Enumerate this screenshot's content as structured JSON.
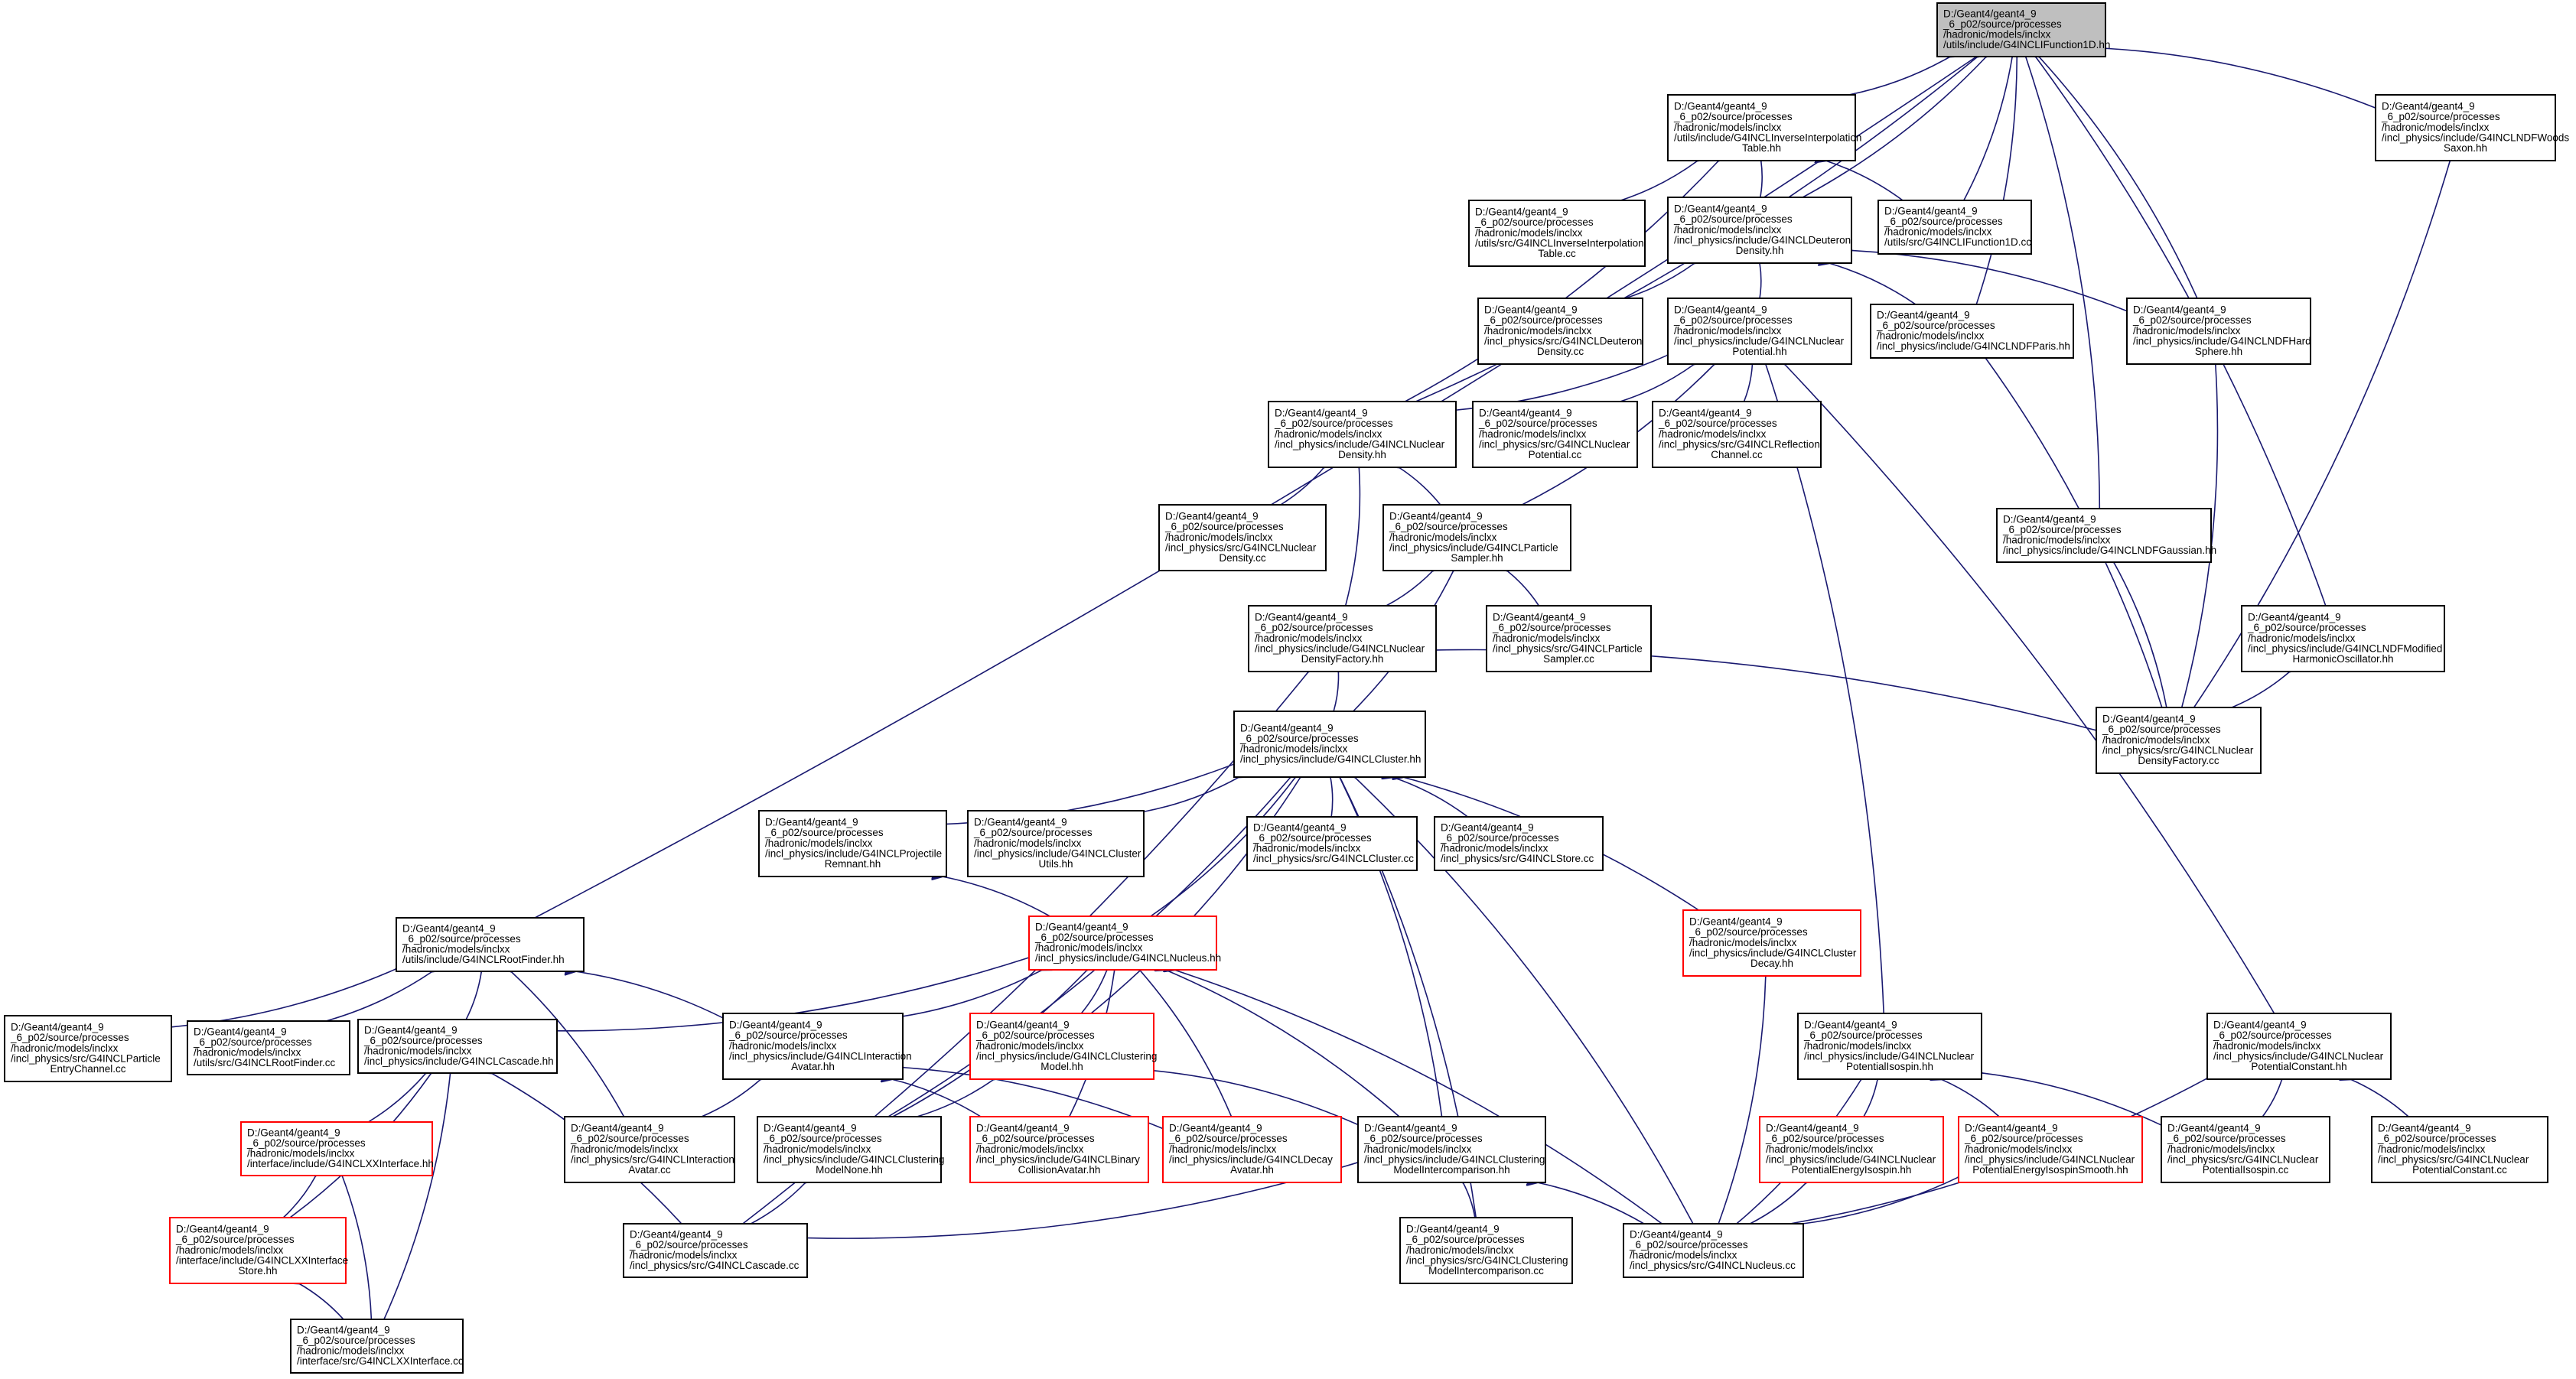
{
  "colors": {
    "edge": "#191970",
    "border": "#000000",
    "incomplete_border": "#ff0000",
    "root_fill": "#bfbfbf"
  },
  "nodes": {
    "root": [
      "D:/Geant4/geant4_9",
      "_6_p02/source/processes",
      "/hadronic/models/inclxx",
      "/utils/include/G4INCLIFunction1D.hh"
    ],
    "invtab_hh": [
      "D:/Geant4/geant4_9",
      "_6_p02/source/processes",
      "/hadronic/models/inclxx",
      "/utils/include/G4INCLInverseInterpolation",
      "Table.hh"
    ],
    "ndfwoods_hh": [
      "D:/Geant4/geant4_9",
      "_6_p02/source/processes",
      "/hadronic/models/inclxx",
      "/incl_physics/include/G4INCLNDFWoods",
      "Saxon.hh"
    ],
    "invtab_cc": [
      "D:/Geant4/geant4_9",
      "_6_p02/source/processes",
      "/hadronic/models/inclxx",
      "/utils/src/G4INCLInverseInterpolation",
      "Table.cc"
    ],
    "deut_hh": [
      "D:/Geant4/geant4_9",
      "_6_p02/source/processes",
      "/hadronic/models/inclxx",
      "/incl_physics/include/G4INCLDeuteron",
      "Density.hh"
    ],
    "ifunc_cc": [
      "D:/Geant4/geant4_9",
      "_6_p02/source/processes",
      "/hadronic/models/inclxx",
      "/utils/src/G4INCLIFunction1D.cc"
    ],
    "deut_cc": [
      "D:/Geant4/geant4_9",
      "_6_p02/source/processes",
      "/hadronic/models/inclxx",
      "/incl_physics/src/G4INCLDeuteron",
      "Density.cc"
    ],
    "nucpot_hh": [
      "D:/Geant4/geant4_9",
      "_6_p02/source/processes",
      "/hadronic/models/inclxx",
      "/incl_physics/include/G4INCLNuclear",
      "Potential.hh"
    ],
    "ndfparis_hh": [
      "D:/Geant4/geant4_9",
      "_6_p02/source/processes",
      "/hadronic/models/inclxx",
      "/incl_physics/include/G4INCLNDFParis.hh"
    ],
    "ndfhard_hh": [
      "D:/Geant4/geant4_9",
      "_6_p02/source/processes",
      "/hadronic/models/inclxx",
      "/incl_physics/include/G4INCLNDFHard",
      "Sphere.hh"
    ],
    "nucden_hh": [
      "D:/Geant4/geant4_9",
      "_6_p02/source/processes",
      "/hadronic/models/inclxx",
      "/incl_physics/include/G4INCLNuclear",
      "Density.hh"
    ],
    "nucpot_cc": [
      "D:/Geant4/geant4_9",
      "_6_p02/source/processes",
      "/hadronic/models/inclxx",
      "/incl_physics/src/G4INCLNuclear",
      "Potential.cc"
    ],
    "refl_cc": [
      "D:/Geant4/geant4_9",
      "_6_p02/source/processes",
      "/hadronic/models/inclxx",
      "/incl_physics/src/G4INCLReflection",
      "Channel.cc"
    ],
    "nucden_cc": [
      "D:/Geant4/geant4_9",
      "_6_p02/source/processes",
      "/hadronic/models/inclxx",
      "/incl_physics/src/G4INCLNuclear",
      "Density.cc"
    ],
    "psamp_hh": [
      "D:/Geant4/geant4_9",
      "_6_p02/source/processes",
      "/hadronic/models/inclxx",
      "/incl_physics/include/G4INCLParticle",
      "Sampler.hh"
    ],
    "ndfgauss_hh": [
      "D:/Geant4/geant4_9",
      "_6_p02/source/processes",
      "/hadronic/models/inclxx",
      "/incl_physics/include/G4INCLNDFGaussian.hh"
    ],
    "ndfmod_hh": [
      "D:/Geant4/geant4_9",
      "_6_p02/source/processes",
      "/hadronic/models/inclxx",
      "/incl_physics/include/G4INCLNDFModified",
      "HarmonicOscillator.hh"
    ],
    "denfac_hh": [
      "D:/Geant4/geant4_9",
      "_6_p02/source/processes",
      "/hadronic/models/inclxx",
      "/incl_physics/include/G4INCLNuclear",
      "DensityFactory.hh"
    ],
    "psamp_cc": [
      "D:/Geant4/geant4_9",
      "_6_p02/source/processes",
      "/hadronic/models/inclxx",
      "/incl_physics/src/G4INCLParticle",
      "Sampler.cc"
    ],
    "denfac_cc": [
      "D:/Geant4/geant4_9",
      "_6_p02/source/processes",
      "/hadronic/models/inclxx",
      "/incl_physics/src/G4INCLNuclear",
      "DensityFactory.cc"
    ],
    "cluster_hh": [
      "D:/Geant4/geant4_9",
      "_6_p02/source/processes",
      "/hadronic/models/inclxx",
      "/incl_physics/include/G4INCLCluster.hh"
    ],
    "projrem_hh": [
      "D:/Geant4/geant4_9",
      "_6_p02/source/processes",
      "/hadronic/models/inclxx",
      "/incl_physics/include/G4INCLProjectile",
      "Remnant.hh"
    ],
    "clutil_hh": [
      "D:/Geant4/geant4_9",
      "_6_p02/source/processes",
      "/hadronic/models/inclxx",
      "/incl_physics/include/G4INCLCluster",
      "Utils.hh"
    ],
    "cluster_cc": [
      "D:/Geant4/geant4_9",
      "_6_p02/source/processes",
      "/hadronic/models/inclxx",
      "/incl_physics/src/G4INCLCluster.cc"
    ],
    "store_cc": [
      "D:/Geant4/geant4_9",
      "_6_p02/source/processes",
      "/hadronic/models/inclxx",
      "/incl_physics/src/G4INCLStore.cc"
    ],
    "rootfind_hh": [
      "D:/Geant4/geant4_9",
      "_6_p02/source/processes",
      "/hadronic/models/inclxx",
      "/utils/include/G4INCLRootFinder.hh"
    ],
    "nucleus_hh": [
      "D:/Geant4/geant4_9",
      "_6_p02/source/processes",
      "/hadronic/models/inclxx",
      "/incl_physics/include/G4INCLNucleus.hh"
    ],
    "cldecay_hh": [
      "D:/Geant4/geant4_9",
      "_6_p02/source/processes",
      "/hadronic/models/inclxx",
      "/incl_physics/include/G4INCLCluster",
      "Decay.hh"
    ],
    "pentry_cc": [
      "D:/Geant4/geant4_9",
      "_6_p02/source/processes",
      "/hadronic/models/inclxx",
      "/incl_physics/src/G4INCLParticle",
      "EntryChannel.cc"
    ],
    "rootfind_cc": [
      "D:/Geant4/geant4_9",
      "_6_p02/source/processes",
      "/hadronic/models/inclxx",
      "/utils/src/G4INCLRootFinder.cc"
    ],
    "cascade_hh": [
      "D:/Geant4/geant4_9",
      "_6_p02/source/processes",
      "/hadronic/models/inclxx",
      "/incl_physics/include/G4INCLCascade.hh"
    ],
    "interav_hh": [
      "D:/Geant4/geant4_9",
      "_6_p02/source/processes",
      "/hadronic/models/inclxx",
      "/incl_physics/include/G4INCLInteraction",
      "Avatar.hh"
    ],
    "clmodel_hh": [
      "D:/Geant4/geant4_9",
      "_6_p02/source/processes",
      "/hadronic/models/inclxx",
      "/incl_physics/include/G4INCLClustering",
      "Model.hh"
    ],
    "potiso_hh": [
      "D:/Geant4/geant4_9",
      "_6_p02/source/processes",
      "/hadronic/models/inclxx",
      "/incl_physics/include/G4INCLNuclear",
      "PotentialIsospin.hh"
    ],
    "potconst_hh": [
      "D:/Geant4/geant4_9",
      "_6_p02/source/processes",
      "/hadronic/models/inclxx",
      "/incl_physics/include/G4INCLNuclear",
      "PotentialConstant.hh"
    ],
    "xxiface_hh": [
      "D:/Geant4/geant4_9",
      "_6_p02/source/processes",
      "/hadronic/models/inclxx",
      "/interface/include/G4INCLXXInterface.hh"
    ],
    "interav_cc": [
      "D:/Geant4/geant4_9",
      "_6_p02/source/processes",
      "/hadronic/models/inclxx",
      "/incl_physics/src/G4INCLInteraction",
      "Avatar.cc"
    ],
    "clmnone_hh": [
      "D:/Geant4/geant4_9",
      "_6_p02/source/processes",
      "/hadronic/models/inclxx",
      "/incl_physics/include/G4INCLClustering",
      "ModelNone.hh"
    ],
    "bincoll_hh": [
      "D:/Geant4/geant4_9",
      "_6_p02/source/processes",
      "/hadronic/models/inclxx",
      "/incl_physics/include/G4INCLBinary",
      "CollisionAvatar.hh"
    ],
    "decayav_hh": [
      "D:/Geant4/geant4_9",
      "_6_p02/source/processes",
      "/hadronic/models/inclxx",
      "/incl_physics/include/G4INCLDecay",
      "Avatar.hh"
    ],
    "clmic_hh": [
      "D:/Geant4/geant4_9",
      "_6_p02/source/processes",
      "/hadronic/models/inclxx",
      "/incl_physics/include/G4INCLClustering",
      "ModelIntercomparison.hh"
    ],
    "peiso_hh": [
      "D:/Geant4/geant4_9",
      "_6_p02/source/processes",
      "/hadronic/models/inclxx",
      "/incl_physics/include/G4INCLNuclear",
      "PotentialEnergyIsospin.hh"
    ],
    "peisosm_hh": [
      "D:/Geant4/geant4_9",
      "_6_p02/source/processes",
      "/hadronic/models/inclxx",
      "/incl_physics/include/G4INCLNuclear",
      "PotentialEnergyIsospinSmooth.hh"
    ],
    "potiso_cc": [
      "D:/Geant4/geant4_9",
      "_6_p02/source/processes",
      "/hadronic/models/inclxx",
      "/incl_physics/src/G4INCLNuclear",
      "PotentialIsospin.cc"
    ],
    "potconst_cc": [
      "D:/Geant4/geant4_9",
      "_6_p02/source/processes",
      "/hadronic/models/inclxx",
      "/incl_physics/src/G4INCLNuclear",
      "PotentialConstant.cc"
    ],
    "xxstore_hh": [
      "D:/Geant4/geant4_9",
      "_6_p02/source/processes",
      "/hadronic/models/inclxx",
      "/interface/include/G4INCLXXInterface",
      "Store.hh"
    ],
    "cascade_cc": [
      "D:/Geant4/geant4_9",
      "_6_p02/source/processes",
      "/hadronic/models/inclxx",
      "/incl_physics/src/G4INCLCascade.cc"
    ],
    "clmic_cc": [
      "D:/Geant4/geant4_9",
      "_6_p02/source/processes",
      "/hadronic/models/inclxx",
      "/incl_physics/src/G4INCLClustering",
      "ModelIntercomparison.cc"
    ],
    "nucleus_cc": [
      "D:/Geant4/geant4_9",
      "_6_p02/source/processes",
      "/hadronic/models/inclxx",
      "/incl_physics/src/G4INCLNucleus.cc"
    ],
    "xxiface_cc": [
      "D:/Geant4/geant4_9",
      "_6_p02/source/processes",
      "/hadronic/models/inclxx",
      "/interface/src/G4INCLXXInterface.cc"
    ]
  }
}
